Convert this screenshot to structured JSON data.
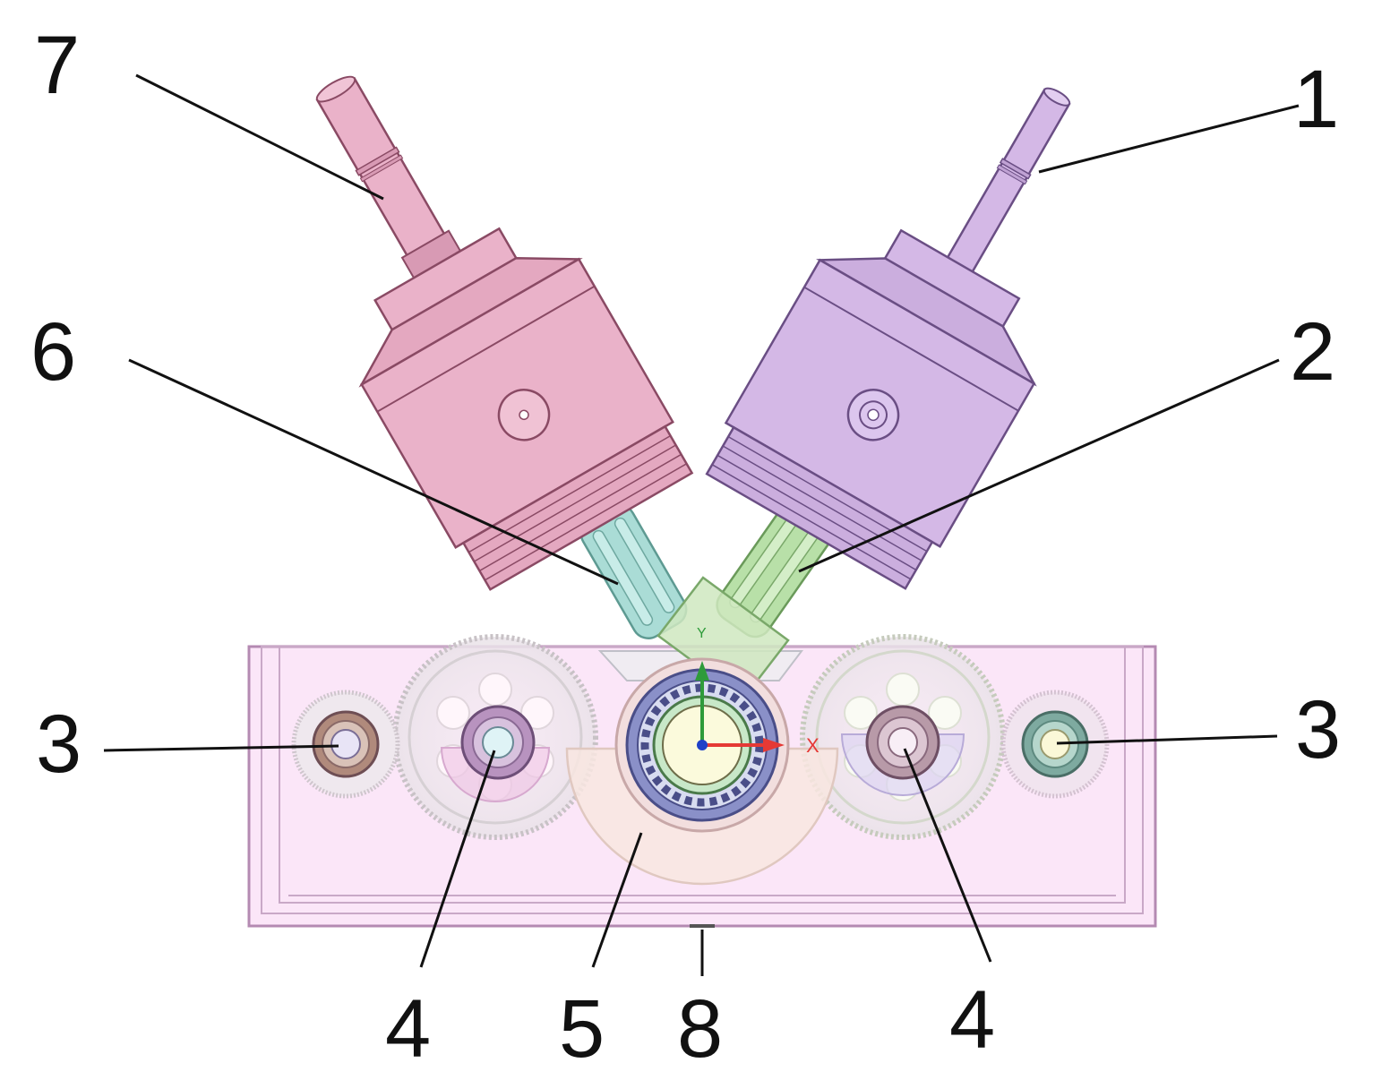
{
  "callouts": [
    {
      "id": "1",
      "label": "1"
    },
    {
      "id": "2",
      "label": "2"
    },
    {
      "id": "3a",
      "label": "3"
    },
    {
      "id": "3b",
      "label": "3"
    },
    {
      "id": "4a",
      "label": "4"
    },
    {
      "id": "4b",
      "label": "4"
    },
    {
      "id": "5",
      "label": "5"
    },
    {
      "id": "6",
      "label": "6"
    },
    {
      "id": "7",
      "label": "7"
    },
    {
      "id": "8",
      "label": "8"
    }
  ],
  "axes": {
    "y_label": "Y",
    "x_label": "X"
  },
  "colors": {
    "housing_fill": "#fbe6f8",
    "housing_edge": "#b48ab2",
    "left_head": "#eab2c9",
    "right_head": "#d4b8e6",
    "left_arm": "#aadcd6",
    "right_arm": "#b8e0a8",
    "bearing_blue": "#6e74b8",
    "leader": "#111111",
    "axis_x": "#e53935",
    "axis_y": "#2e9b3a",
    "axis_origin": "#1e40c8"
  }
}
